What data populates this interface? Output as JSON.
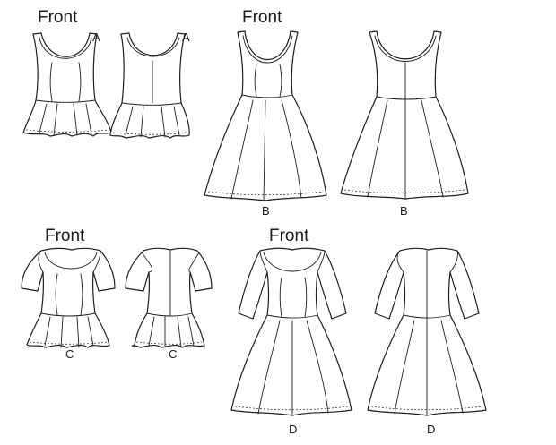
{
  "labels": {
    "front_a": "Front",
    "front_b": "Front",
    "front_c": "Front",
    "front_d": "Front",
    "view_a_front": "A",
    "view_a_back": "A",
    "view_b_front": "B",
    "view_b_back": "B",
    "view_c_front": "C",
    "view_c_back": "C",
    "view_d_front": "D",
    "view_d_back": "D"
  },
  "colors": {
    "line": "#1e1e1e",
    "paper": "#ffffff"
  }
}
